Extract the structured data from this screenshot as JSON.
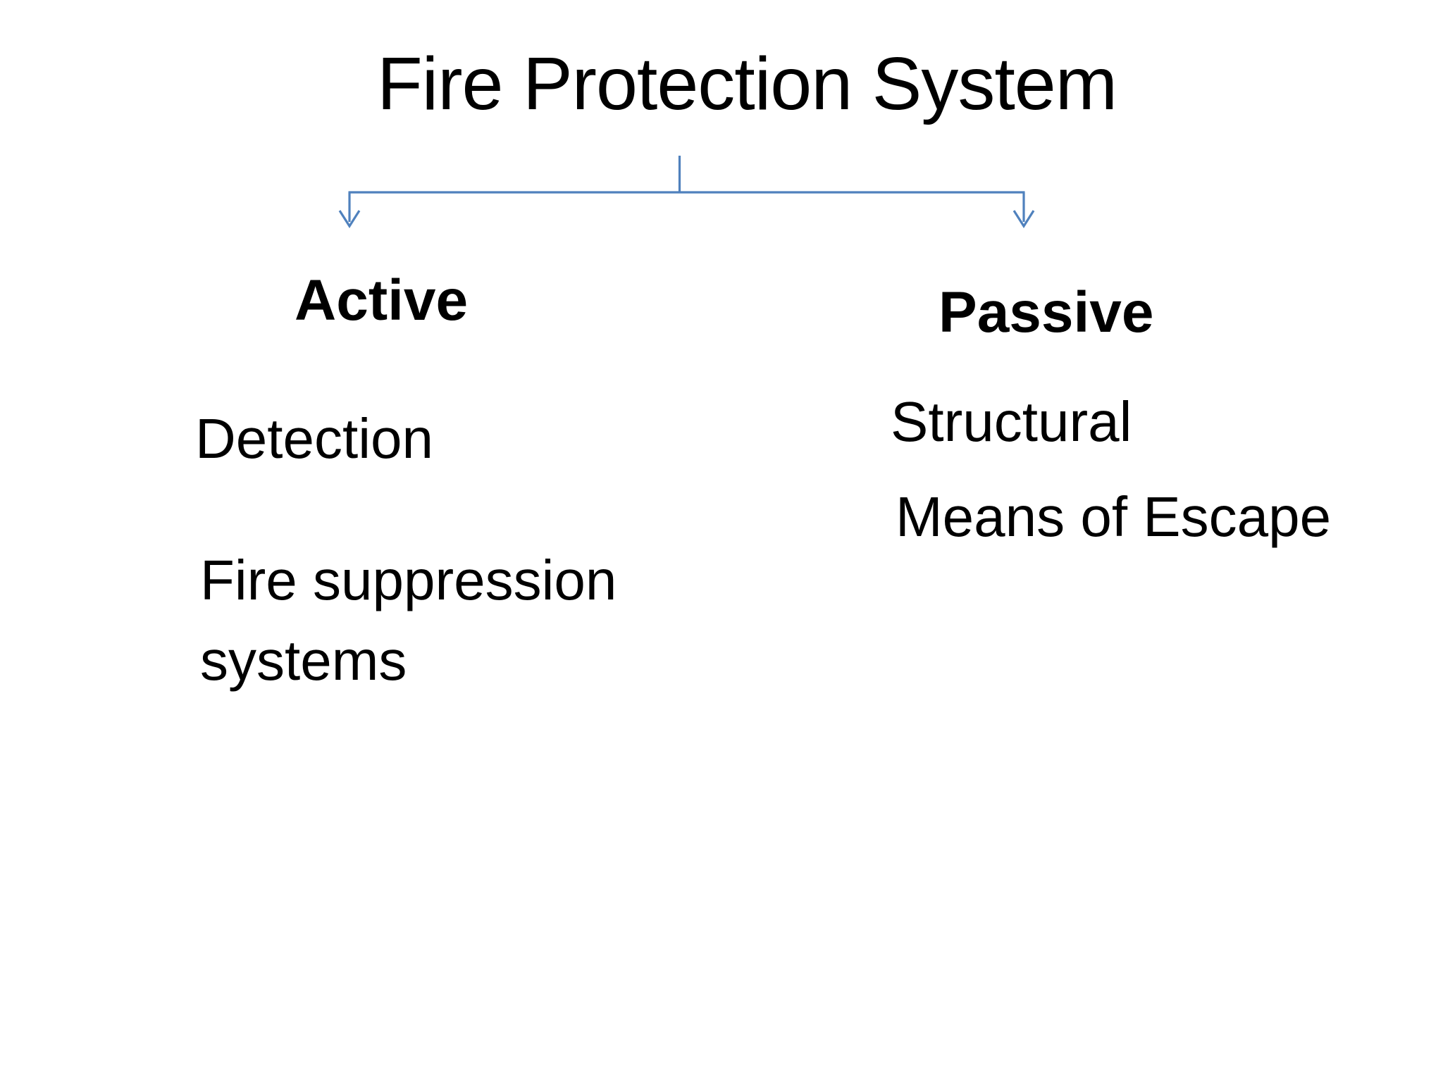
{
  "slide": {
    "title": "Fire Protection System",
    "connector": {
      "color": "#4f81bd"
    },
    "active": {
      "label": "Active",
      "items": [
        "Detection",
        "Fire suppression\nsystems"
      ]
    },
    "passive": {
      "label": "Passive",
      "items": [
        "Structural",
        "Means of Escape"
      ]
    }
  }
}
